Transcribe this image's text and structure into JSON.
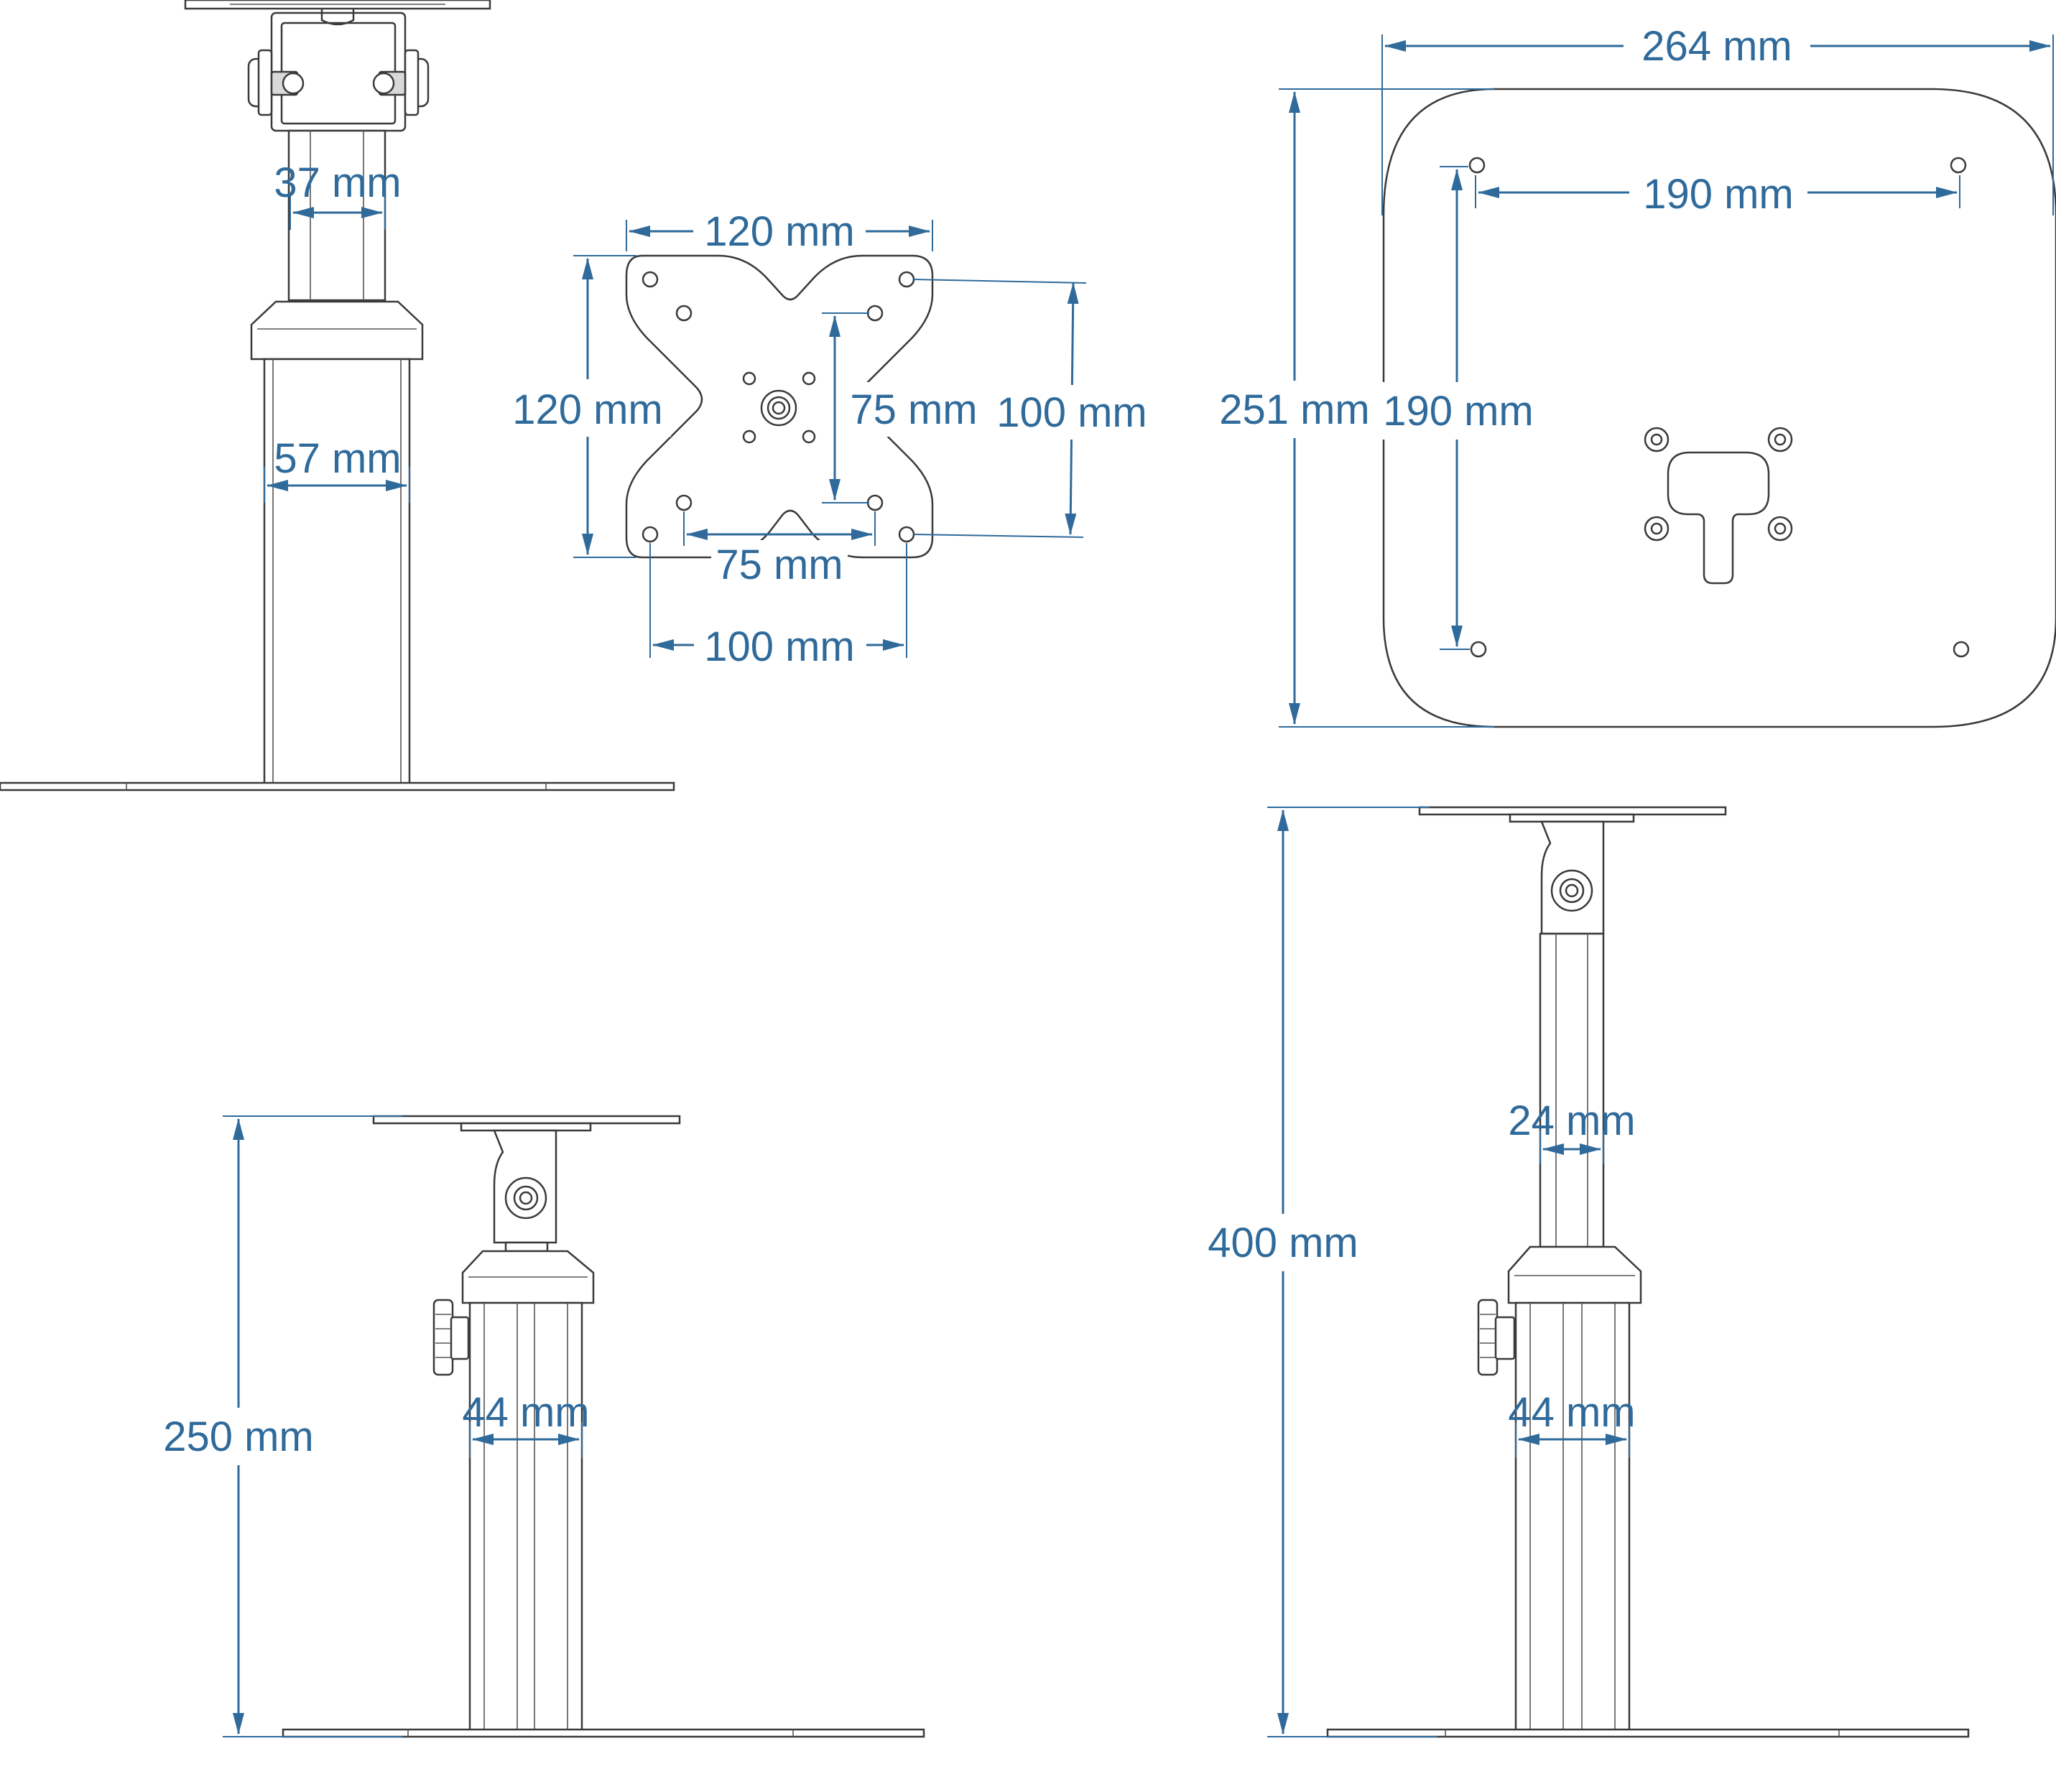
{
  "accent_color": "#2f6a9a",
  "views": {
    "front_top_left": {
      "dim_pole_width": "37 mm",
      "dim_base_tube_width": "57 mm"
    },
    "vesa_plate": {
      "dim_plate_width": "120 mm",
      "dim_plate_height": "120 mm",
      "dim_vesa75_vertical": "75 mm",
      "dim_vesa100_vertical": "100 mm",
      "dim_vesa75_horizontal": "75 mm",
      "dim_vesa100_horizontal": "100 mm"
    },
    "base_plate": {
      "dim_base_width": "264 mm",
      "dim_base_height": "251 mm",
      "dim_hole_spacing_horizontal": "190 mm",
      "dim_hole_spacing_vertical": "190 mm"
    },
    "side_collapsed": {
      "dim_height": "250 mm",
      "dim_tube_width": "44 mm"
    },
    "side_extended": {
      "dim_height": "400 mm",
      "dim_pole_width": "24 mm",
      "dim_tube_width": "44 mm"
    }
  }
}
